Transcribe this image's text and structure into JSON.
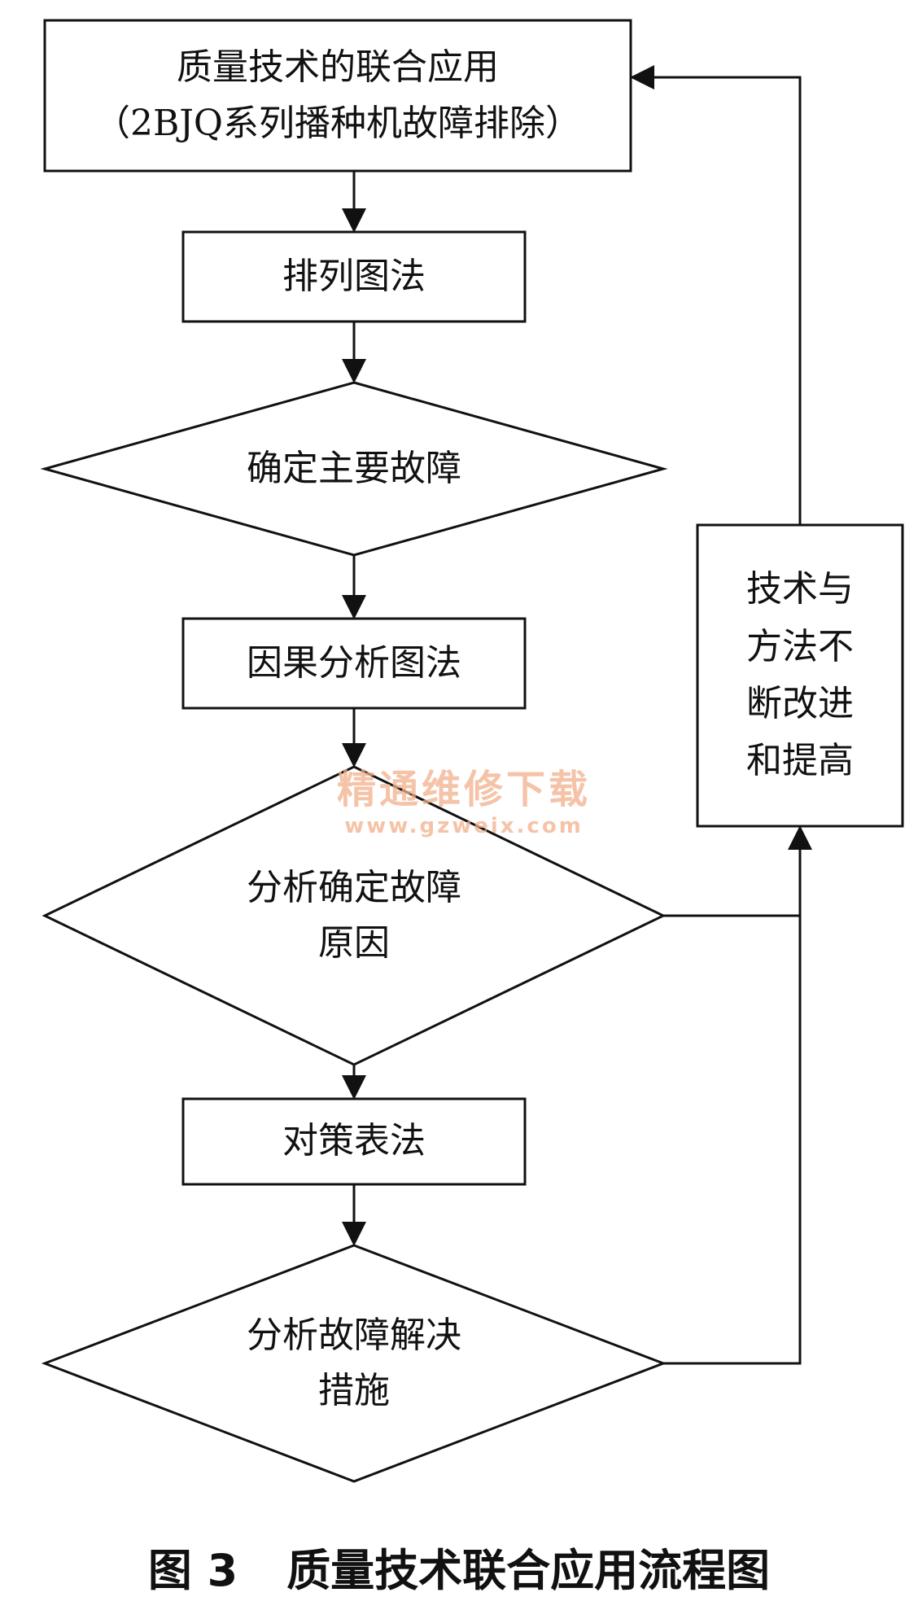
{
  "nodes": {
    "start": {
      "line1": "质量技术的联合应用",
      "line2": "（2BJQ系列播种机故障排除）"
    },
    "pareto": {
      "label": "排列图法"
    },
    "main_fault": {
      "label": "确定主要故障"
    },
    "cause_effect": {
      "label": "因果分析图法"
    },
    "fault_cause": {
      "line1": "分析确定故障",
      "line2": "原因"
    },
    "countermeasure": {
      "label": "对策表法"
    },
    "solution": {
      "line1": "分析故障解决",
      "line2": "措施"
    },
    "improve": {
      "line1": "技术与",
      "line2": "方法不",
      "line3": "断改进",
      "line4": "和提高"
    }
  },
  "watermark": {
    "name": "精通维修下载",
    "url": "www.gzweix.com"
  },
  "caption": {
    "figure_number": "图 3",
    "title": "质量技术联合应用流程图"
  }
}
